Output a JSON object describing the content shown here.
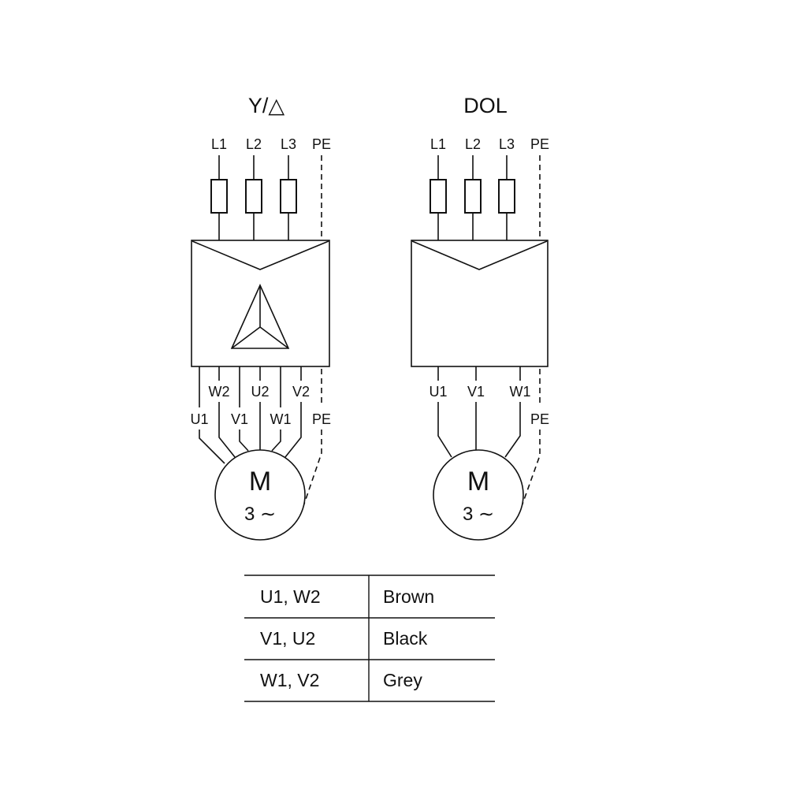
{
  "left": {
    "title": "Y/△",
    "top_labels": [
      "L1",
      "L2",
      "L3",
      "PE"
    ],
    "out_row1": [
      "W2",
      "U2",
      "V2"
    ],
    "out_row2": [
      "U1",
      "V1",
      "W1",
      "PE"
    ],
    "motor_label": "M",
    "motor_phase": "3 ∼"
  },
  "right": {
    "title": "DOL",
    "top_labels": [
      "L1",
      "L2",
      "L3",
      "PE"
    ],
    "out_row1": [
      "U1",
      "V1",
      "W1"
    ],
    "pe_label": "PE",
    "motor_label": "M",
    "motor_phase": "3 ∼"
  },
  "table": {
    "rows": [
      {
        "terminals": "U1, W2",
        "color_name": "Brown"
      },
      {
        "terminals": "V1, U2",
        "color_name": "Black"
      },
      {
        "terminals": "W1, V2",
        "color_name": "Grey"
      }
    ]
  },
  "colors": {
    "line": "#111111",
    "background": "#ffffff"
  }
}
